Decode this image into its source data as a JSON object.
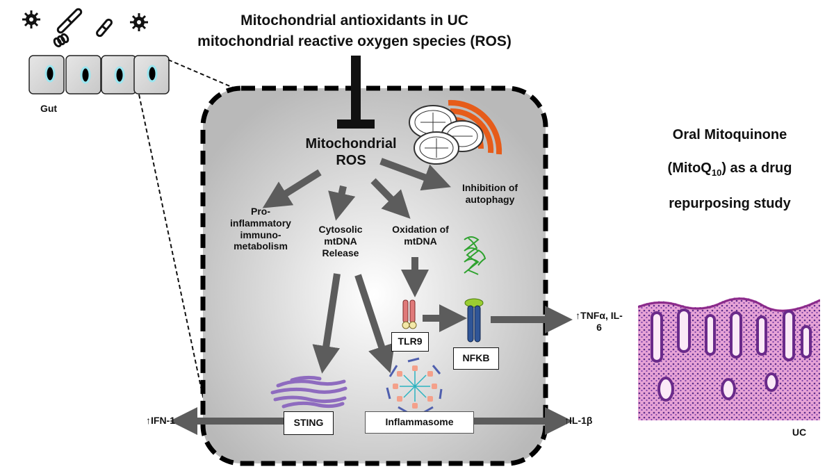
{
  "title": {
    "line1": "Mitochondrial antioxidants in UC",
    "line2": "mitochondrial reactive oxygen species (ROS)"
  },
  "gut_label": "Gut",
  "center_label": "Mitochondrial\nROS",
  "effects": {
    "pro_inflammatory": "Pro-\ninflammatory\nimmuno-\nmetabolism",
    "cytosolic": "Cytosolic\nmtDNA\nRelease",
    "oxidation": "Oxidation of\nmtDNA",
    "autophagy": "Inhibition of\nautophagy"
  },
  "boxes": {
    "tlr9": "TLR9",
    "nfkb": "NFKB",
    "sting": "STING",
    "inflammasome": "Inflammasome"
  },
  "outputs": {
    "tnf": "↑TNFα, IL-\n6",
    "ifn": "↑IFN-1",
    "il1b": "↑IL-1β"
  },
  "side_title": {
    "line1": "Oral Mitoquinone",
    "line2_pre": "(MitoQ",
    "line2_sub": "10",
    "line2_post": ") as a drug",
    "line3": "repurposing study"
  },
  "histology_label": "UC",
  "colors": {
    "arrow": "#5c5c5c",
    "cell_fill": "#d8d8d8",
    "mito_orange": "#e65c1a",
    "tlr_red": "#e07a7a",
    "nfkb_blue": "#2f5597",
    "nfkb_cap": "#9acd32",
    "sting_purple": "#8e6bbf",
    "mtdna_green": "#2ea22e",
    "histo_pink": "#e7a3d6",
    "histo_purple": "#5b2d8a"
  }
}
